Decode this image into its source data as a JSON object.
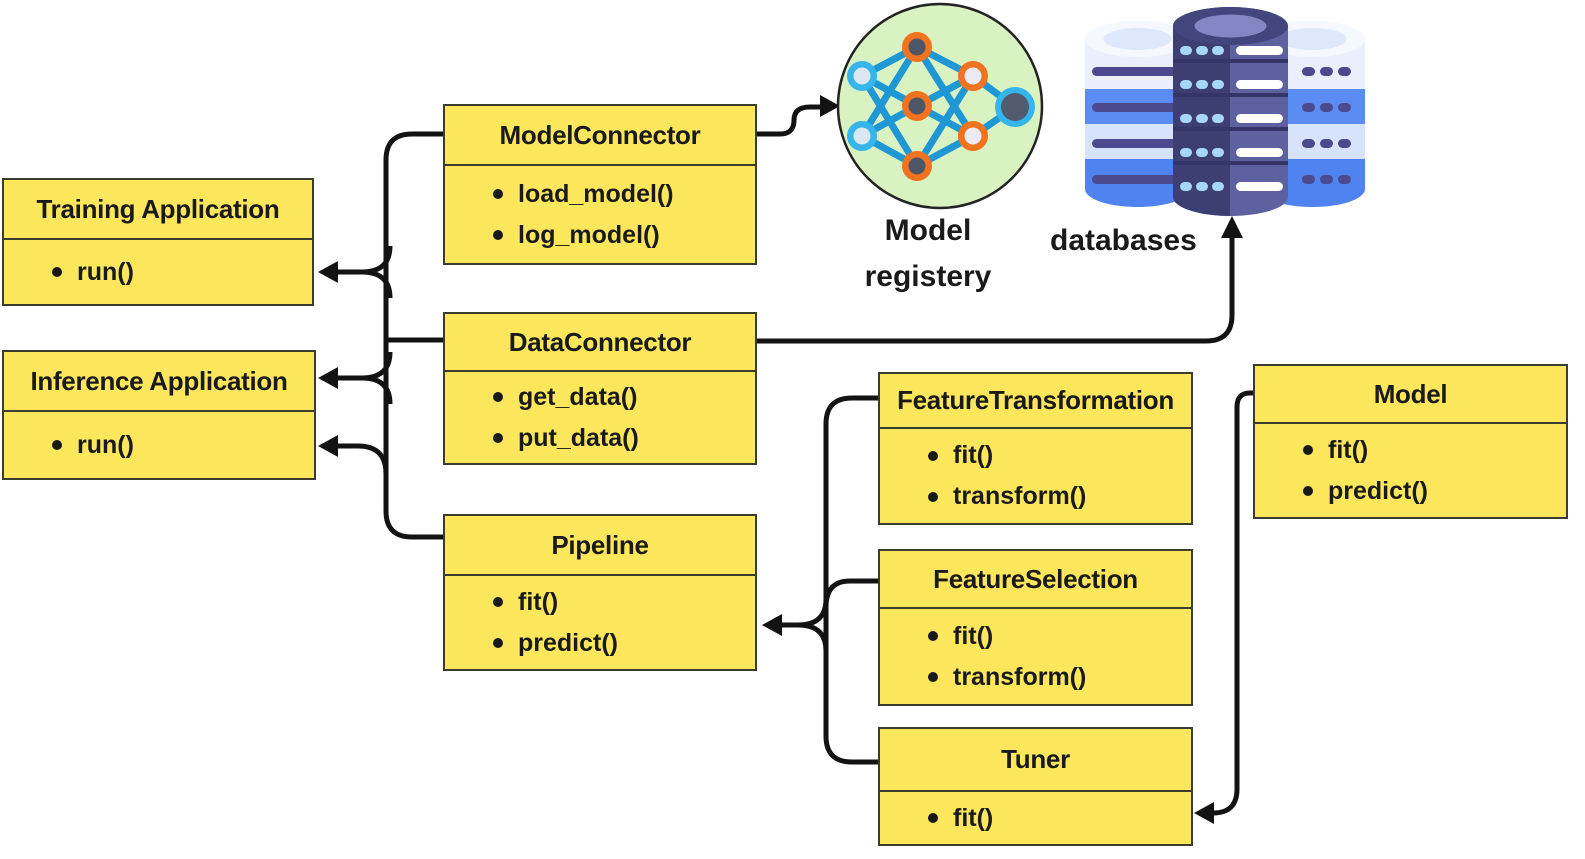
{
  "diagram": {
    "classes": [
      {
        "name": "Training Application",
        "methods": [
          "run()"
        ]
      },
      {
        "name": "Inference Application",
        "methods": [
          "run()"
        ]
      },
      {
        "name": "ModelConnector",
        "methods": [
          "load_model()",
          "log_model()"
        ]
      },
      {
        "name": "DataConnector",
        "methods": [
          "get_data()",
          "put_data()"
        ]
      },
      {
        "name": "Pipeline",
        "methods": [
          "fit()",
          "predict()"
        ]
      },
      {
        "name": "FeatureTransformation",
        "methods": [
          "fit()",
          "transform()"
        ]
      },
      {
        "name": "FeatureSelection",
        "methods": [
          "fit()",
          "transform()"
        ]
      },
      {
        "name": "Tuner",
        "methods": [
          "fit()"
        ]
      },
      {
        "name": "Model",
        "methods": [
          "fit()",
          "predict()"
        ]
      }
    ],
    "labels": {
      "model_registry_line1": "Model",
      "model_registry_line2": "registery",
      "databases": "databases"
    },
    "icons": {
      "model_registry": "neural-network-icon",
      "databases": "database-stack-icon"
    },
    "colors": {
      "box_fill": "#FCE65C",
      "box_border": "#3C3C2E",
      "connector": "#131313",
      "registry_circle_fill": "#D9F2C2",
      "nn_edge_blue": "#1F97D4",
      "nn_edge_light": "#8ED8F8",
      "nn_node_orange": "#F1731F",
      "nn_node_blue": "#35B5EA",
      "nn_node_dark": "#4E5566",
      "db_light_band": "#DCE8FD",
      "db_blue_band": "#5B8CF2",
      "db_dark_body": "#3D3F72",
      "db_mid_body": "#5D61A0",
      "db_stripe_dark": "#4C4A8F",
      "db_dash_light": "#A5D6F6"
    }
  }
}
